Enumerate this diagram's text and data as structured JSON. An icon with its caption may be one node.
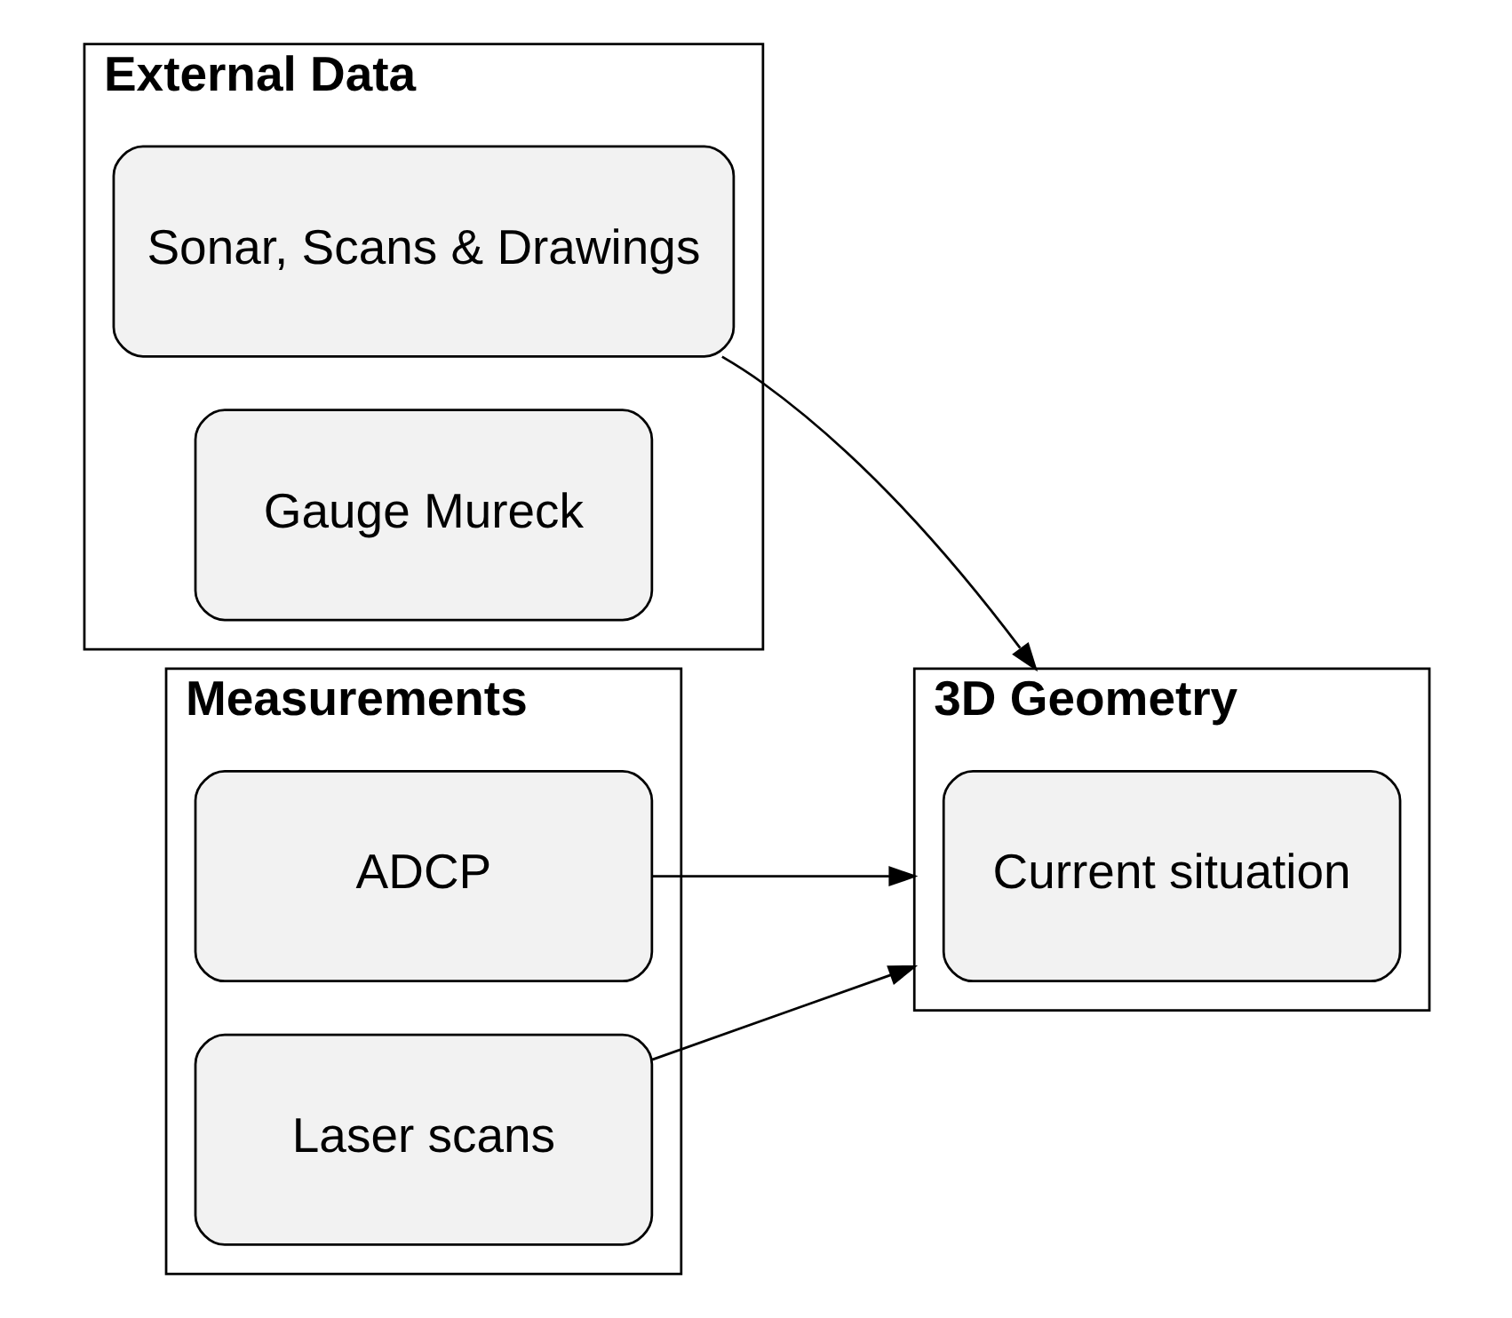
{
  "diagram": {
    "nodes": [
      {
        "text": [
          "External Data"
        ]
      },
      {
        "text": [
          "Sonar, Scans & Drawings"
        ],
        "in": 0
      },
      {
        "text": [
          "Gauge Mureck"
        ],
        "in": 0
      },
      {
        "text": [
          "3D Geometry"
        ]
      },
      {
        "text": [
          "Current situation"
        ],
        "in": 3
      },
      {
        "text": [
          "Measurements"
        ]
      },
      {
        "text": [
          "ADCP"
        ],
        "in": 5
      },
      {
        "text": [
          "Laser scans"
        ],
        "in": 5
      }
    ],
    "edges": [
      {
        "from": 1,
        "to": 3,
        "arrow": "to"
      },
      {
        "from": 6,
        "to": 3,
        "arrow": "to"
      },
      {
        "from": 7,
        "to": 3,
        "arrow": "to"
      }
    ]
  }
}
